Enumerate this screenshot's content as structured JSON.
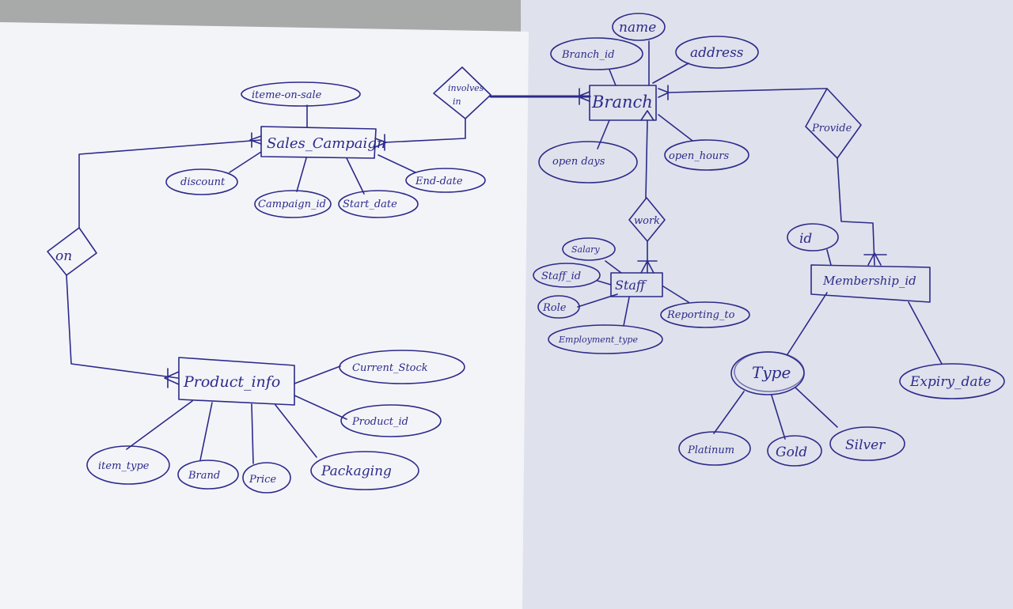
{
  "colors": {
    "ink": "#2d2a8a",
    "left_sheet": "#f3f4f8",
    "right_sheet": "#dfe2ec",
    "background": "#8f9190"
  },
  "entities": {
    "branch": "Branch",
    "sales_campaign": "Sales_Campaign",
    "product_info": "Product_info",
    "staff": "Staff",
    "membership": "Membership_id"
  },
  "relationships": {
    "involves_in": "involves in",
    "on": "on",
    "work": "work",
    "provide": "Provide"
  },
  "attributes": {
    "items_on_sale": "iteme-on-sale",
    "discount": "discount",
    "campaign_id": "Campaign_id",
    "start_date": "Start_date",
    "end_date": "End-date",
    "name": "name",
    "branch_id": "Branch_id",
    "address": "address",
    "open_days": "open days",
    "open_hours": "open_hours",
    "salary": "Salary",
    "staff_id": "Staff_id",
    "role": "Role",
    "employment_type": "Employment_type",
    "reporting_to": "Reporting_to",
    "id": "id",
    "type": "Type",
    "expiry_date": "Expiry_date",
    "platinum": "Platinum",
    "gold": "Gold",
    "silver": "Silver",
    "current_stock": "Current_Stock",
    "product_id": "Product_id",
    "item_type": "item_type",
    "brand": "Brand",
    "price": "Price",
    "packaging": "Packaging"
  }
}
